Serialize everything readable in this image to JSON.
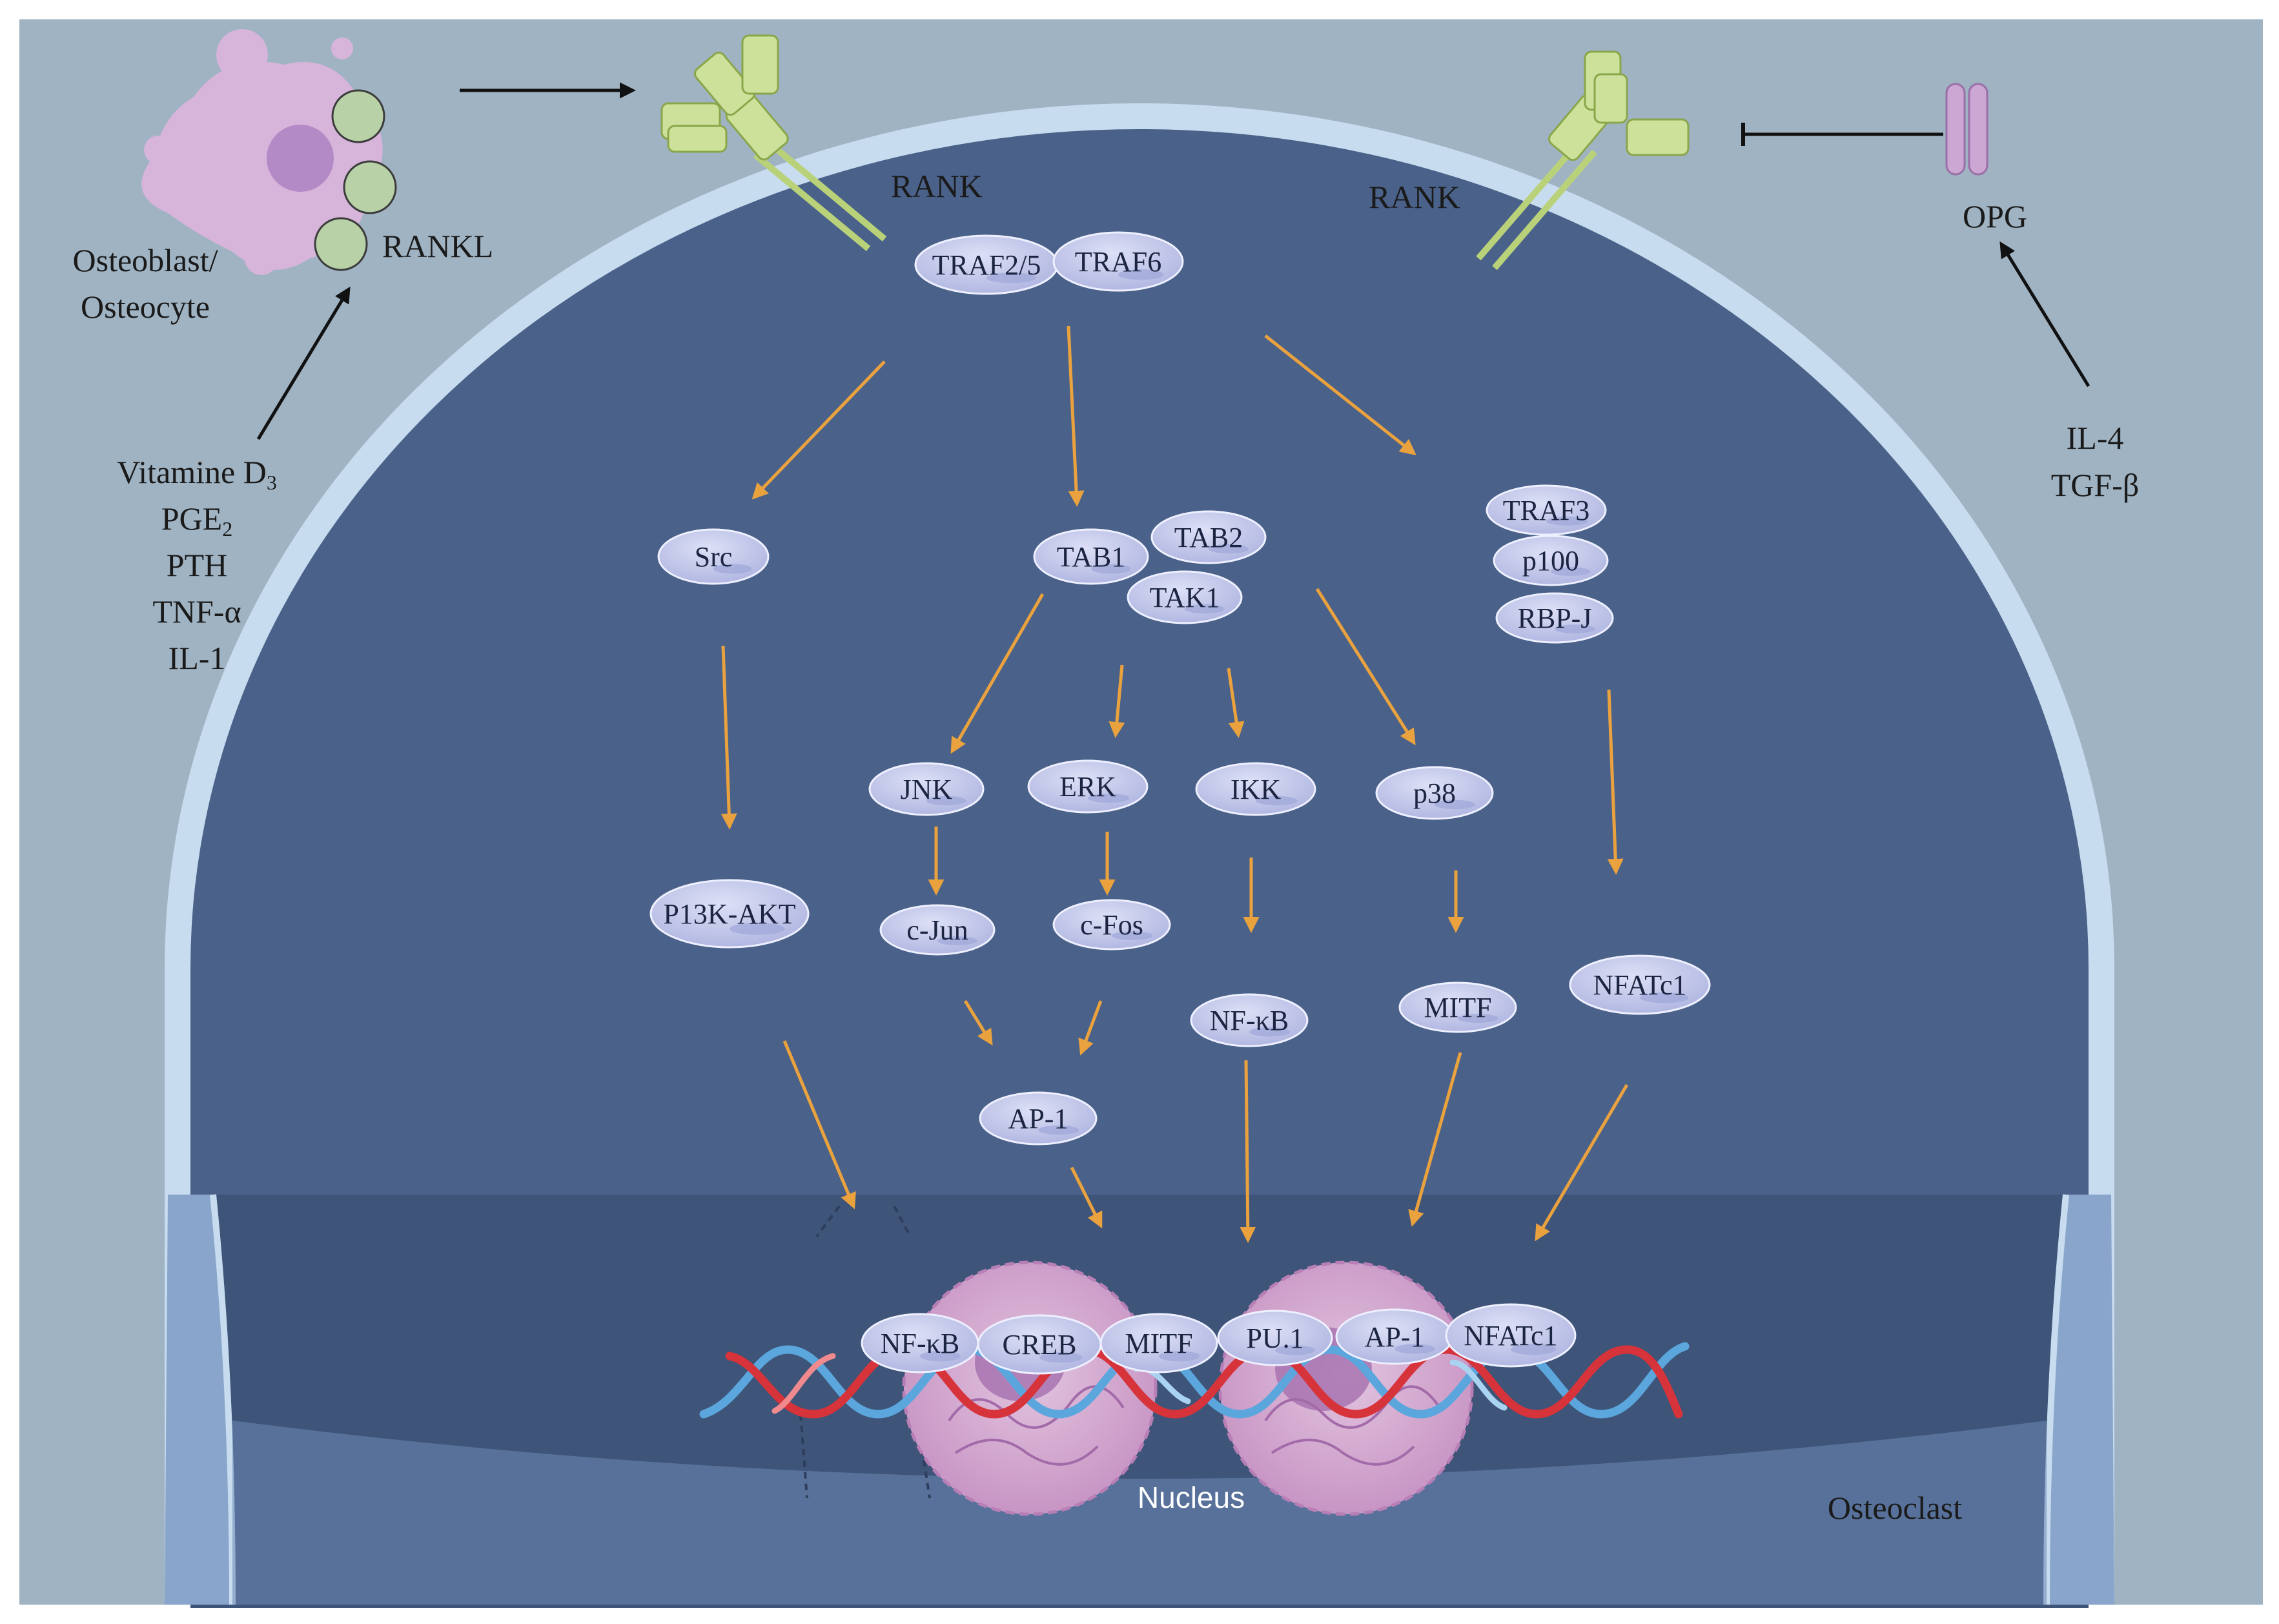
{
  "left_cell": {
    "label_line1": "Osteoblast/",
    "label_line2": "Osteocyte",
    "ligand": "RANKL"
  },
  "stimuli_left": [
    "Vitamine D",
    "PGE",
    "PTH",
    "TNF-α",
    "IL-1"
  ],
  "stimuli_left_subscripts": [
    "3",
    "2",
    "",
    "",
    ""
  ],
  "receptor_left": "RANK",
  "receptor_right": "RANK",
  "opg": "OPG",
  "stimuli_right": [
    "IL-4",
    "TGF-β"
  ],
  "adaptors": {
    "traf25": "TRAF2/5",
    "traf6": "TRAF6"
  },
  "proteins": {
    "src": "Src",
    "tab1": "TAB1",
    "tab2": "TAB2",
    "tak1": "TAK1",
    "traf3": "TRAF3",
    "p100": "p100",
    "rbpj": "RBP-J",
    "jnk": "JNK",
    "erk": "ERK",
    "ikk": "IKK",
    "p38": "p38",
    "pi3k": "P13K-AKT",
    "cjun": "c-Jun",
    "cfos": "c-Fos",
    "nfkb": "NF-κB",
    "mitf": "MITF",
    "nfatc1": "NFATc1",
    "ap1": "AP-1"
  },
  "transcription_factors": [
    "NF-κB",
    "CREB",
    "MITF",
    "PU.1",
    "AP-1",
    "NFATc1"
  ],
  "nucleus_label": "Nucleus",
  "cell_label": "Osteoclast",
  "colors": {
    "background": "#9fb3c3",
    "cell_membrane": "#c7dcee",
    "cytoplasm": "#4a6189",
    "nucleus_zone": "#3e5478",
    "cell_base": "#8aa5cb",
    "protein": "#c4c9ec",
    "arrow": "#eaa23e",
    "receptor": "#b9d27a",
    "dna_red": "#d6333b",
    "dna_blue": "#5ba6dd",
    "nucleus": "#d6a9d2"
  }
}
